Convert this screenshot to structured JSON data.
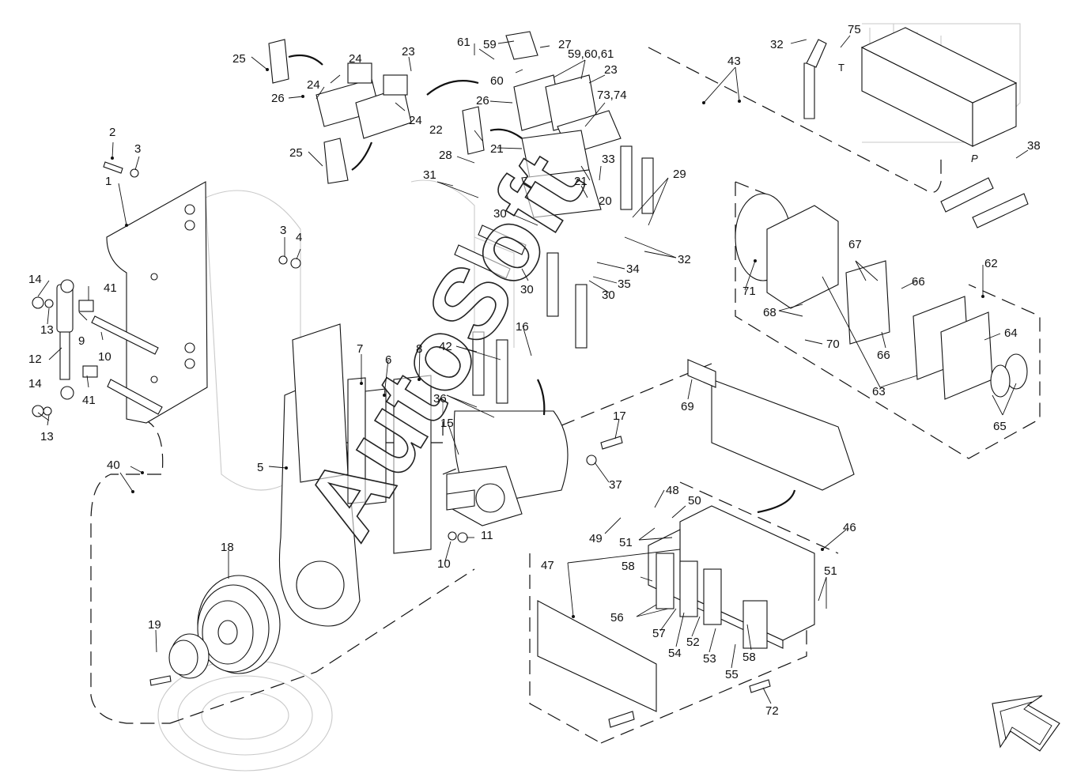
{
  "watermark": "AutoSoft",
  "callouts": {
    "c1": "1",
    "c2": "2",
    "c3a": "3",
    "c3b": "3",
    "c4": "4",
    "c5": "5",
    "c6": "6",
    "c7": "7",
    "c8": "8",
    "c9": "9",
    "c10a": "10",
    "c10b": "10",
    "c11": "11",
    "c12": "12",
    "c13a": "13",
    "c13b": "13",
    "c14a": "14",
    "c14b": "14",
    "c15": "15",
    "c16": "16",
    "c17": "17",
    "c18": "18",
    "c19": "19",
    "c20": "20",
    "c21a": "21",
    "c21b": "21",
    "c22": "22",
    "c23a": "23",
    "c23b": "23",
    "c24a": "24",
    "c24b": "24",
    "c24c": "24",
    "c25a": "25",
    "c25b": "25",
    "c26a": "26",
    "c26b": "26",
    "c27": "27",
    "c28": "28",
    "c29": "29",
    "c30a": "30",
    "c30b": "30",
    "c30c": "30",
    "c31": "31",
    "c32a": "32",
    "c32b": "32",
    "c33": "33",
    "c34": "34",
    "c35": "35",
    "c36": "36",
    "c37": "37",
    "c38": "38",
    "c40": "40",
    "c41a": "41",
    "c41b": "41",
    "c42": "42",
    "c43": "43",
    "c46": "46",
    "c47": "47",
    "c48": "48",
    "c49": "49",
    "c50": "50",
    "c51a": "51",
    "c51b": "51",
    "c52": "52",
    "c53": "53",
    "c54": "54",
    "c55": "55",
    "c56": "56",
    "c57": "57",
    "c58a": "58",
    "c58b": "58",
    "c59": "59",
    "c5961": "59,60,61",
    "c60": "60",
    "c61": "61",
    "c62": "62",
    "c63": "63",
    "c64": "64",
    "c65": "65",
    "c66a": "66",
    "c66b": "66",
    "c67": "67",
    "c68": "68",
    "c69": "69",
    "c70": "70",
    "c71": "71",
    "c72": "72",
    "c7374": "73,74",
    "c75": "75"
  },
  "port_labels": {
    "t_port": "T",
    "p_port": "P"
  },
  "colors": {
    "ink": "#111111",
    "ghost": "#c9c9c9",
    "paper": "#ffffff"
  },
  "icons": {
    "orientation": "orientation-arrow-icon"
  }
}
